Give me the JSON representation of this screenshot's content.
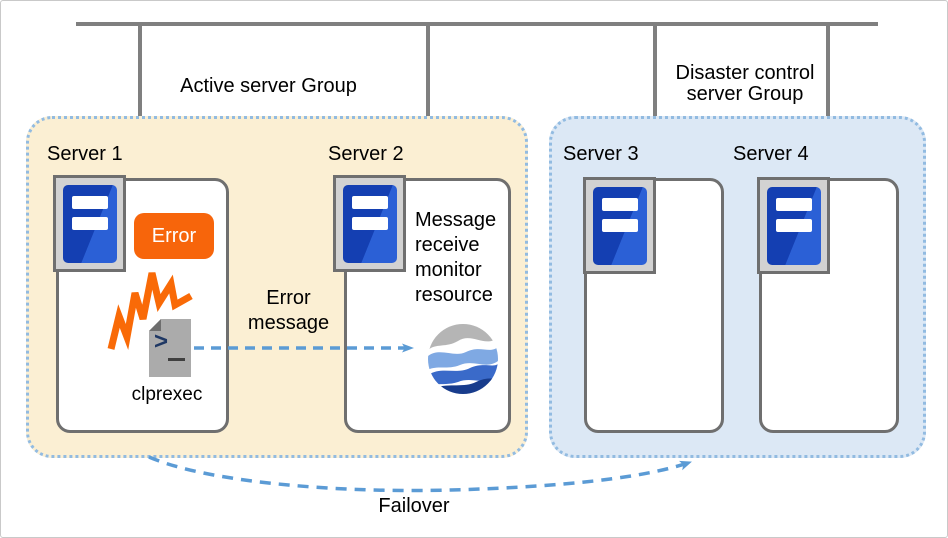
{
  "groups": {
    "active": {
      "label": "Active server Group"
    },
    "disaster": {
      "label": "Disaster control server Group"
    }
  },
  "servers": [
    {
      "name": "Server 1"
    },
    {
      "name": "Server 2"
    },
    {
      "name": "Server 3"
    },
    {
      "name": "Server 4"
    }
  ],
  "server1": {
    "error_badge_label": "Error",
    "command_label": "clprexec"
  },
  "server2": {
    "resource_label": "Message receive monitor resource"
  },
  "arrows": {
    "error_message_label": "Error message",
    "failover_label": "Failover"
  },
  "colors": {
    "accent_orange": "#f7650b",
    "arrow_blue": "#5b9bd5",
    "group_active_fill": "#fbefd3",
    "group_disaster_fill": "#dce8f5",
    "group_dotted_border": "#92bbe1",
    "line_gray": "#7f7f7f",
    "server_unit_blue": "#143fb2",
    "sphere_navy": "#183c8c"
  }
}
